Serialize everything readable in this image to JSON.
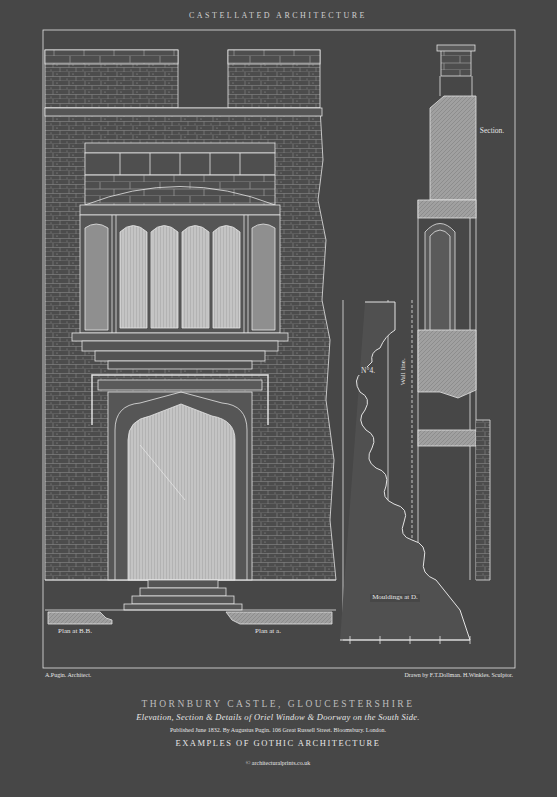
{
  "diagram": {
    "title": "THORNBURY CASTLE, GLOUCESTERSHIRE",
    "caption": "Elevation, Section & Details of Oriel Window & Doorway on the South Side.",
    "labels": [
      "CASTELLATED ARCHITECTURE",
      "Section.",
      "N°4.",
      "Wall line.",
      "Mouldings at D.",
      "Plan at B.B.",
      "Plan at a.",
      "A.Pugin. Architect.",
      "Drawn by F.T.Dollman. H.Winkles. Sculptor.",
      "Published June 1832. By Augustus Pugin. 106 Great Russell Street. Bloomsbury. London.",
      "EXAMPLES OF GOTHIC ARCHITECTURE",
      "© architecturalprints.co.uk"
    ]
  }
}
